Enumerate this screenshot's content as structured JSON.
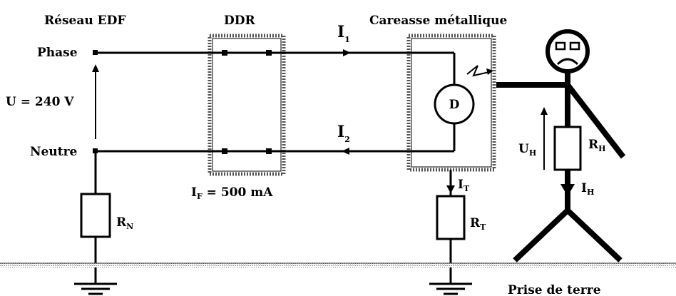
{
  "headers": {
    "reseau": "Réseau EDF",
    "ddr": "DDR",
    "carcasse": "Careasse métallique"
  },
  "left": {
    "phase": "Phase",
    "neutre": "Neutre",
    "voltage": "U = 240 V",
    "rn_letter": "R",
    "rn_sub": "N"
  },
  "currents": {
    "i1_letter": "I",
    "i1_sub": "1",
    "i2_letter": "I",
    "i2_sub": "2",
    "it_letter": "I",
    "it_sub": "T",
    "ih_letter": "I",
    "ih_sub": "H"
  },
  "ddr_box": {
    "if_letter": "I",
    "if_sub": "F",
    "if_value": " = 500 mA"
  },
  "device": {
    "label": "D"
  },
  "earth": {
    "rt_letter": "R",
    "rt_sub": "T",
    "prise": "Prise de terre"
  },
  "person": {
    "uh_letter": "U",
    "uh_sub": "H",
    "rh_letter": "R",
    "rh_sub": "H"
  }
}
